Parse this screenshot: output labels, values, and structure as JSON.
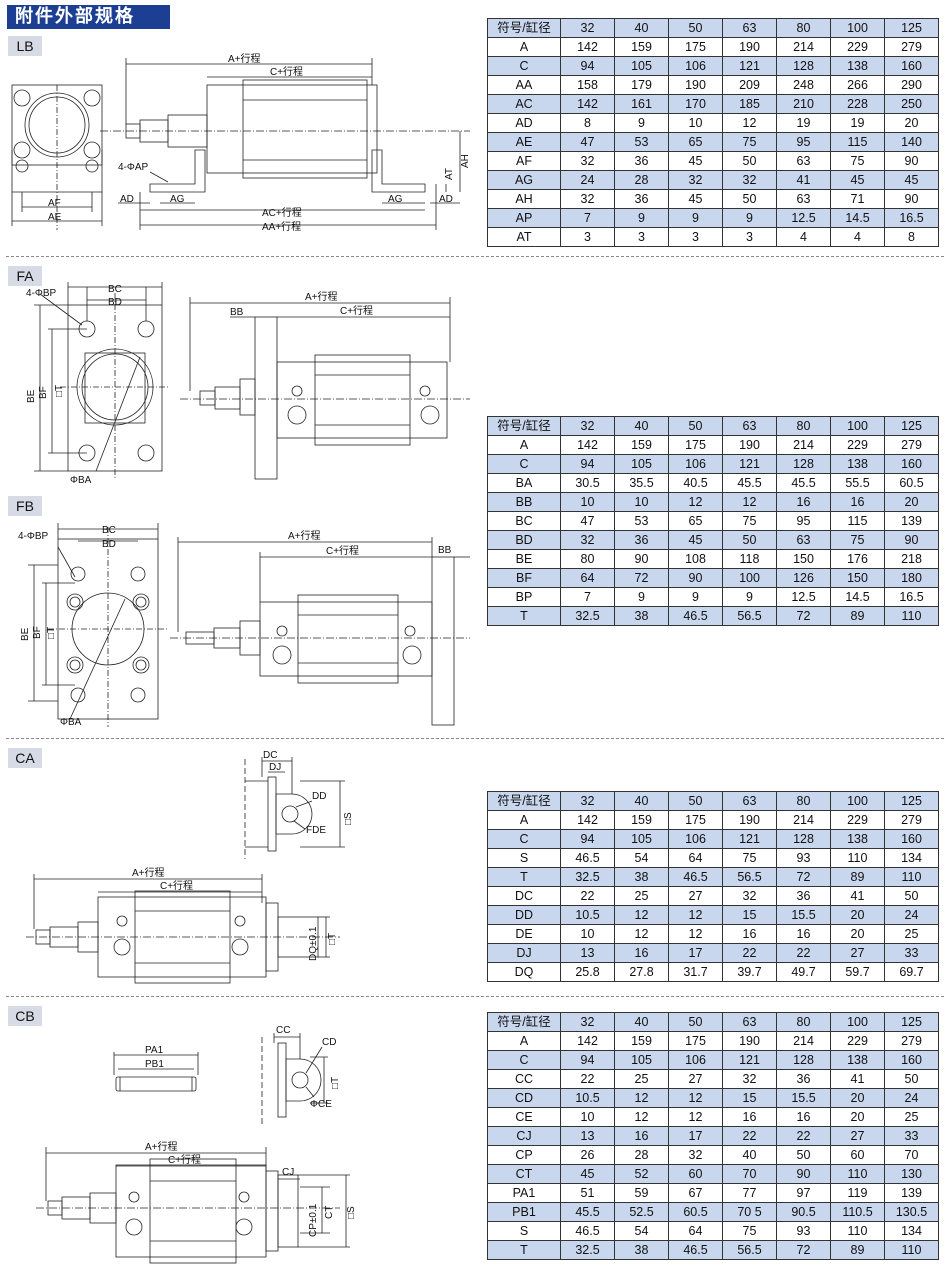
{
  "title": "附件外部规格",
  "header_cell": "符号/缸径",
  "bores": [
    "32",
    "40",
    "50",
    "63",
    "80",
    "100",
    "125"
  ],
  "sections": {
    "LB": {
      "label": "LB",
      "dims": {
        "a": "A+行程",
        "c": "C+行程",
        "ap": "4-ΦAP",
        "ad": "AD",
        "ag": "AG",
        "ac": "AC+行程",
        "aa": "AA+行程",
        "at": "AT",
        "ah": "AH",
        "af": "AF",
        "ae": "AE"
      },
      "rows": [
        {
          "sym": "A",
          "v": [
            "142",
            "159",
            "175",
            "190",
            "214",
            "229",
            "279"
          ]
        },
        {
          "sym": "C",
          "v": [
            "94",
            "105",
            "106",
            "121",
            "128",
            "138",
            "160"
          ]
        },
        {
          "sym": "AA",
          "v": [
            "158",
            "179",
            "190",
            "209",
            "248",
            "266",
            "290"
          ]
        },
        {
          "sym": "AC",
          "v": [
            "142",
            "161",
            "170",
            "185",
            "210",
            "228",
            "250"
          ]
        },
        {
          "sym": "AD",
          "v": [
            "8",
            "9",
            "10",
            "12",
            "19",
            "19",
            "20"
          ]
        },
        {
          "sym": "AE",
          "v": [
            "47",
            "53",
            "65",
            "75",
            "95",
            "115",
            "140"
          ]
        },
        {
          "sym": "AF",
          "v": [
            "32",
            "36",
            "45",
            "50",
            "63",
            "75",
            "90"
          ]
        },
        {
          "sym": "AG",
          "v": [
            "24",
            "28",
            "32",
            "32",
            "41",
            "45",
            "45"
          ]
        },
        {
          "sym": "AH",
          "v": [
            "32",
            "36",
            "45",
            "50",
            "63",
            "71",
            "90"
          ]
        },
        {
          "sym": "AP",
          "v": [
            "7",
            "9",
            "9",
            "9",
            "12.5",
            "14.5",
            "16.5"
          ]
        },
        {
          "sym": "AT",
          "v": [
            "3",
            "3",
            "3",
            "3",
            "4",
            "4",
            "8"
          ]
        }
      ]
    },
    "FA": {
      "label": "FA",
      "dims": {
        "bp": "4-ΦBP",
        "bc": "BC",
        "bd": "BD",
        "be": "BE",
        "bf": "BF",
        "t": "□T",
        "ba": "ΦBA",
        "a": "A+行程",
        "bb": "BB",
        "c": "C+行程"
      }
    },
    "FB": {
      "label": "FB",
      "dims": {
        "bp": "4-ΦBP",
        "bc": "BC",
        "bd": "BD",
        "be": "BE",
        "bf": "BF",
        "t": "□T",
        "ba": "ΦBA",
        "a": "A+行程",
        "c": "C+行程",
        "bb": "BB"
      }
    },
    "FAFB": {
      "rows": [
        {
          "sym": "A",
          "v": [
            "142",
            "159",
            "175",
            "190",
            "214",
            "229",
            "279"
          ]
        },
        {
          "sym": "C",
          "v": [
            "94",
            "105",
            "106",
            "121",
            "128",
            "138",
            "160"
          ]
        },
        {
          "sym": "BA",
          "v": [
            "30.5",
            "35.5",
            "40.5",
            "45.5",
            "45.5",
            "55.5",
            "60.5"
          ]
        },
        {
          "sym": "BB",
          "v": [
            "10",
            "10",
            "12",
            "12",
            "16",
            "16",
            "20"
          ]
        },
        {
          "sym": "BC",
          "v": [
            "47",
            "53",
            "65",
            "75",
            "95",
            "115",
            "139"
          ]
        },
        {
          "sym": "BD",
          "v": [
            "32",
            "36",
            "45",
            "50",
            "63",
            "75",
            "90"
          ]
        },
        {
          "sym": "BE",
          "v": [
            "80",
            "90",
            "108",
            "118",
            "150",
            "176",
            "218"
          ]
        },
        {
          "sym": "BF",
          "v": [
            "64",
            "72",
            "90",
            "100",
            "126",
            "150",
            "180"
          ]
        },
        {
          "sym": "BP",
          "v": [
            "7",
            "9",
            "9",
            "9",
            "12.5",
            "14.5",
            "16.5"
          ]
        },
        {
          "sym": "T",
          "v": [
            "32.5",
            "38",
            "46.5",
            "56.5",
            "72",
            "89",
            "110"
          ]
        }
      ]
    },
    "CA": {
      "label": "CA",
      "dims": {
        "dc": "DC",
        "dj": "DJ",
        "dd": "DD",
        "fde": "FDE",
        "s": "□S",
        "a": "A+行程",
        "c": "C+行程",
        "dq": "DQ±0.1",
        "t": "□T"
      },
      "rows": [
        {
          "sym": "A",
          "v": [
            "142",
            "159",
            "175",
            "190",
            "214",
            "229",
            "279"
          ]
        },
        {
          "sym": "C",
          "v": [
            "94",
            "105",
            "106",
            "121",
            "128",
            "138",
            "160"
          ]
        },
        {
          "sym": "S",
          "v": [
            "46.5",
            "54",
            "64",
            "75",
            "93",
            "110",
            "134"
          ]
        },
        {
          "sym": "T",
          "v": [
            "32.5",
            "38",
            "46.5",
            "56.5",
            "72",
            "89",
            "110"
          ]
        },
        {
          "sym": "DC",
          "v": [
            "22",
            "25",
            "27",
            "32",
            "36",
            "41",
            "50"
          ]
        },
        {
          "sym": "DD",
          "v": [
            "10.5",
            "12",
            "12",
            "15",
            "15.5",
            "20",
            "24"
          ]
        },
        {
          "sym": "DE",
          "v": [
            "10",
            "12",
            "12",
            "16",
            "16",
            "20",
            "25"
          ]
        },
        {
          "sym": "DJ",
          "v": [
            "13",
            "16",
            "17",
            "22",
            "22",
            "27",
            "33"
          ]
        },
        {
          "sym": "DQ",
          "v": [
            "25.8",
            "27.8",
            "31.7",
            "39.7",
            "49.7",
            "59.7",
            "69.7"
          ]
        }
      ]
    },
    "CB": {
      "label": "CB",
      "dims": {
        "pa1": "PA1",
        "pb1": "PB1",
        "cc": "CC",
        "cd": "CD",
        "t": "□T",
        "ce": "ΦCE",
        "a": "A+行程",
        "c": "C+行程",
        "cj": "CJ",
        "cp": "CP±0.1",
        "ct": "CT",
        "s": "□S"
      },
      "rows": [
        {
          "sym": "A",
          "v": [
            "142",
            "159",
            "175",
            "190",
            "214",
            "229",
            "279"
          ]
        },
        {
          "sym": "C",
          "v": [
            "94",
            "105",
            "106",
            "121",
            "128",
            "138",
            "160"
          ]
        },
        {
          "sym": "CC",
          "v": [
            "22",
            "25",
            "27",
            "32",
            "36",
            "41",
            "50"
          ]
        },
        {
          "sym": "CD",
          "v": [
            "10.5",
            "12",
            "12",
            "15",
            "15.5",
            "20",
            "24"
          ]
        },
        {
          "sym": "CE",
          "v": [
            "10",
            "12",
            "12",
            "16",
            "16",
            "20",
            "25"
          ]
        },
        {
          "sym": "CJ",
          "v": [
            "13",
            "16",
            "17",
            "22",
            "22",
            "27",
            "33"
          ]
        },
        {
          "sym": "CP",
          "v": [
            "26",
            "28",
            "32",
            "40",
            "50",
            "60",
            "70"
          ]
        },
        {
          "sym": "CT",
          "v": [
            "45",
            "52",
            "60",
            "70",
            "90",
            "110",
            "130"
          ]
        },
        {
          "sym": "PA1",
          "v": [
            "51",
            "59",
            "67",
            "77",
            "97",
            "119",
            "139"
          ]
        },
        {
          "sym": "PB1",
          "v": [
            "45.5",
            "52.5",
            "60.5",
            "70 5",
            "90.5",
            "110.5",
            "130.5"
          ]
        },
        {
          "sym": "S",
          "v": [
            "46.5",
            "54",
            "64",
            "75",
            "93",
            "110",
            "134"
          ]
        },
        {
          "sym": "T",
          "v": [
            "32.5",
            "38",
            "46.5",
            "56.5",
            "72",
            "89",
            "110"
          ]
        }
      ]
    }
  }
}
